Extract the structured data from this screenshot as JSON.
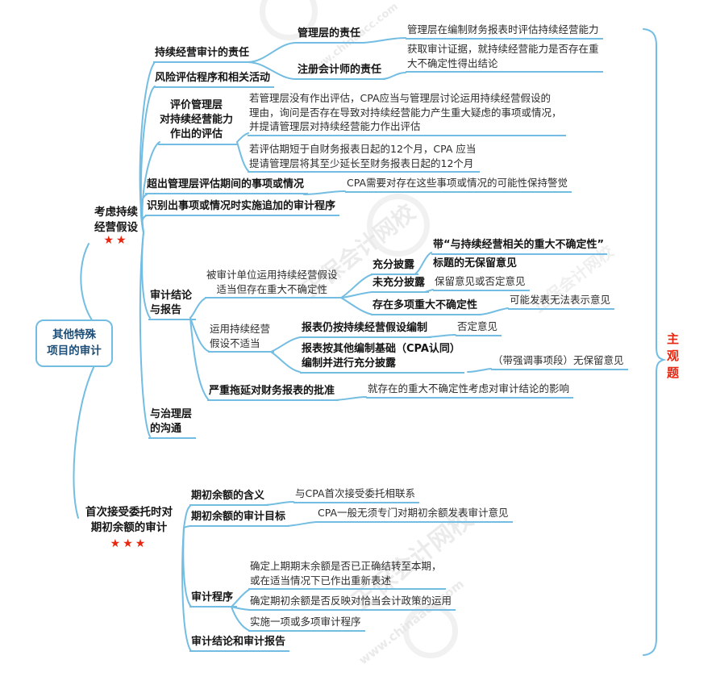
{
  "mindmap": {
    "root": "其他特殊\n项目的审计",
    "side_label": "主观题",
    "branch1": {
      "label": "考虑持续\n经营假设",
      "stars": "★★",
      "resp": {
        "label": "持续经营审计的责任",
        "mgmt": {
          "label": "管理层的责任",
          "detail": "管理层在编制财务报表时评估持续经营能力"
        },
        "cpa": {
          "label": "注册会计师的责任",
          "detail": "获取审计证据，就持续经营能力是否存在重\n大不确定性得出结论"
        }
      },
      "risk": "风险评估程序和相关活动",
      "evaluate": {
        "label": "评价管理层\n对持续经营能力\n作出的评估",
        "no_eval": "若管理层没有作出评估，CPA应当与管理层讨论运用持续经营假设的\n理由，询问是否存在导致对持续经营能力产生重大疑虑的事项或情况，\n并提请管理层对持续经营能力作出评估",
        "short_period": "若评估期短于自财务报表日起的12个月，CPA 应当\n提请管理层将其至少延长至财务报表日起的12个月"
      },
      "beyond": {
        "label": "超出管理层评估期间的事项或情况",
        "detail": "CPA需要对存在这些事项或情况的可能性保持警觉"
      },
      "additional": "识别出事项或情况时实施追加的审计程序",
      "conclusion": {
        "label": "审计结论\n与报告",
        "appropriate": {
          "label": "被审计单位运用持续经营假设\n适当但存在重大不确定性",
          "full_disclosure": {
            "label": "充分披露",
            "detail_line1": "带“与持续经营相关的重大不确定性”",
            "detail_line2": "标题的无保留意见"
          },
          "not_full": {
            "label": "未充分披露",
            "detail": "保留意见或否定意见"
          },
          "multiple": {
            "label": "存在多项重大不确定性",
            "detail": "可能发表无法表示意见"
          }
        },
        "inappropriate": {
          "label": "运用持续经营\n假设不适当",
          "still_gc": {
            "label": "报表仍按持续经营假设编制",
            "detail": "否定意见"
          },
          "other_basis": {
            "label": "报表按其他编制基础（CPA认同）\n编制并进行充分披露",
            "detail": "（带强调事项段）无保留意见"
          }
        },
        "delay": {
          "label": "严重拖延对财务报表的批准",
          "detail": "就存在的重大不确定性考虑对审计结论的影响"
        }
      },
      "governance": "与治理层\n的沟通"
    },
    "branch2": {
      "label": "首次接受委托时对\n期初余额的审计",
      "stars": "★★★",
      "meaning": {
        "label": "期初余额的含义",
        "detail": "与CPA首次接受委托相联系"
      },
      "objective": {
        "label": "期初余额的审计目标",
        "detail": "CPA一般无须专门对期初余额发表审计意见"
      },
      "procedures": {
        "label": "审计程序",
        "carryover": "确定上期期末余额是否已正确结转至本期，\n或在适当情况下已作出重新表述",
        "policy": "确定期初余额是否反映对恰当会计政策的运用",
        "perform": "实施一项或多项审计程序"
      },
      "report": "审计结论和审计报告"
    }
  },
  "watermark": {
    "brand": "正保会计网校",
    "url": "www.chinaacc.com"
  },
  "colors": {
    "line": "#74bde2",
    "star": "#e8250f",
    "side_label": "#e8250f",
    "root_text": "#1d4e77"
  }
}
